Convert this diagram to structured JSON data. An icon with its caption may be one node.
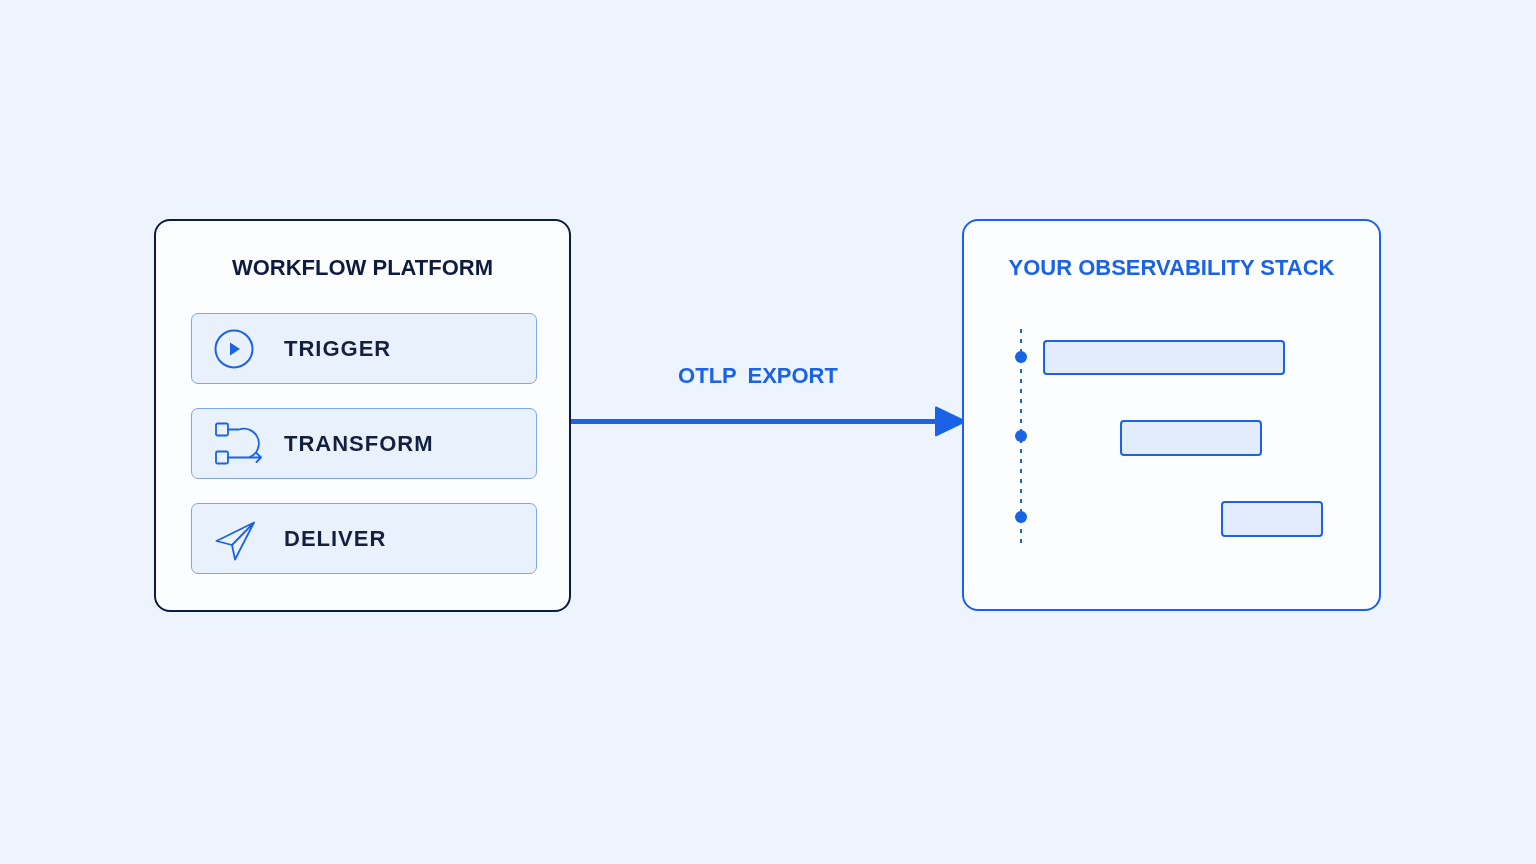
{
  "diagram": {
    "nodes": [
      {
        "text": [
          "WORKFLOW PLATFORM"
        ]
      },
      {
        "text": [
          "TRIGGER"
        ],
        "in": 0
      },
      {
        "text": [
          "TRANSFORM"
        ],
        "in": 0
      },
      {
        "text": [
          "DELIVER"
        ],
        "in": 0
      },
      {
        "text": [
          "YOUR OBSERVABILITY STACK"
        ]
      },
      {
        "text": [],
        "shape": "bar",
        "in": 4
      },
      {
        "text": [],
        "shape": "bar",
        "in": 4
      },
      {
        "text": [],
        "shape": "bar",
        "in": 4
      }
    ],
    "edges": [
      {
        "from": 0,
        "to": 4,
        "arrow": "to",
        "label": "OTLP EXPORT"
      }
    ]
  }
}
